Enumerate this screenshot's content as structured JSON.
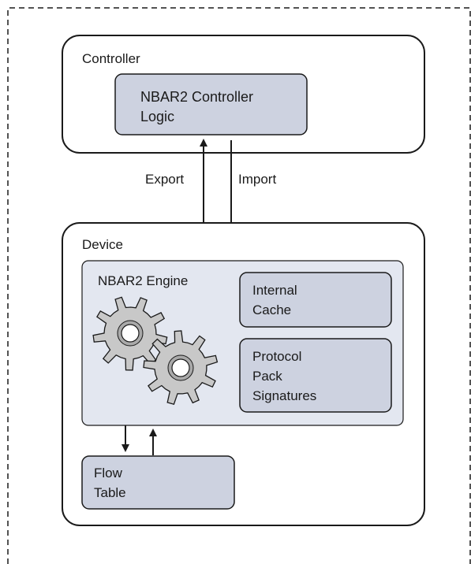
{
  "diagram": {
    "controller": {
      "title": "Controller",
      "logic_line1": "NBAR2 Controller",
      "logic_line2": "Logic"
    },
    "arrows": {
      "export_label": "Export",
      "import_label": "Import"
    },
    "device": {
      "title": "Device",
      "engine": {
        "title": "NBAR2 Engine",
        "cache_line1": "Internal",
        "cache_line2": "Cache",
        "protocol_line1": "Protocol",
        "protocol_line2": "Pack",
        "protocol_line3": "Signatures"
      },
      "flow_table_line1": "Flow",
      "flow_table_line2": "Table"
    },
    "colors": {
      "box_fill": "#cdd2e0",
      "engine_fill": "#e3e7f0",
      "stroke": "#1a1a1a",
      "gear_fill": "#c8c8c8",
      "border_dash": "#1a1a1a"
    }
  }
}
